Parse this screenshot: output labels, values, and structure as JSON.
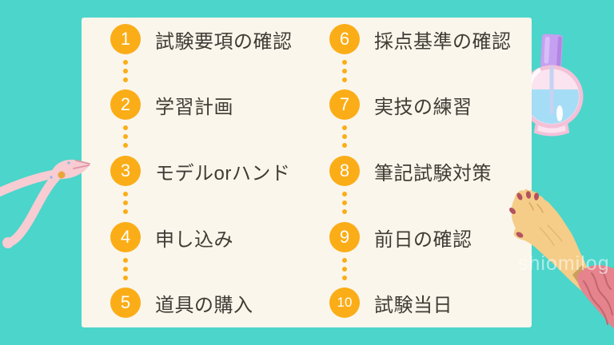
{
  "steps": [
    {
      "number": "1",
      "label": "試験要項の確認"
    },
    {
      "number": "2",
      "label": "学習計画"
    },
    {
      "number": "3",
      "label": "モデルorハンド"
    },
    {
      "number": "4",
      "label": "申し込み"
    },
    {
      "number": "5",
      "label": "道具の購入"
    },
    {
      "number": "6",
      "label": "採点基準の確認"
    },
    {
      "number": "7",
      "label": "実技の練習"
    },
    {
      "number": "8",
      "label": "筆記試験対策"
    },
    {
      "number": "9",
      "label": "前日の確認"
    },
    {
      "number": "10",
      "label": "試験当日"
    }
  ],
  "watermark": {
    "text": "shiomilog"
  },
  "palette": {
    "background": "#4CD5CB",
    "card": "#FAF6EC",
    "step_circle": "#FBAD18",
    "step_number": "#FFFFFF",
    "step_text": "#403C35",
    "nipper_pink": "#F7CCD2",
    "bottle_pink": "#FBE3EF",
    "bottle_liquid": "#A6DDF6",
    "bottle_cap": "#C6A0F0",
    "hand_skin": "#F5CD88",
    "nail_red": "#B4525F",
    "sleeve_pink": "#E5848D"
  },
  "decorations": {
    "left": "cuticle-nipper",
    "top_right": "nail-polish-bottle",
    "bottom_right": "manicured-hand"
  }
}
